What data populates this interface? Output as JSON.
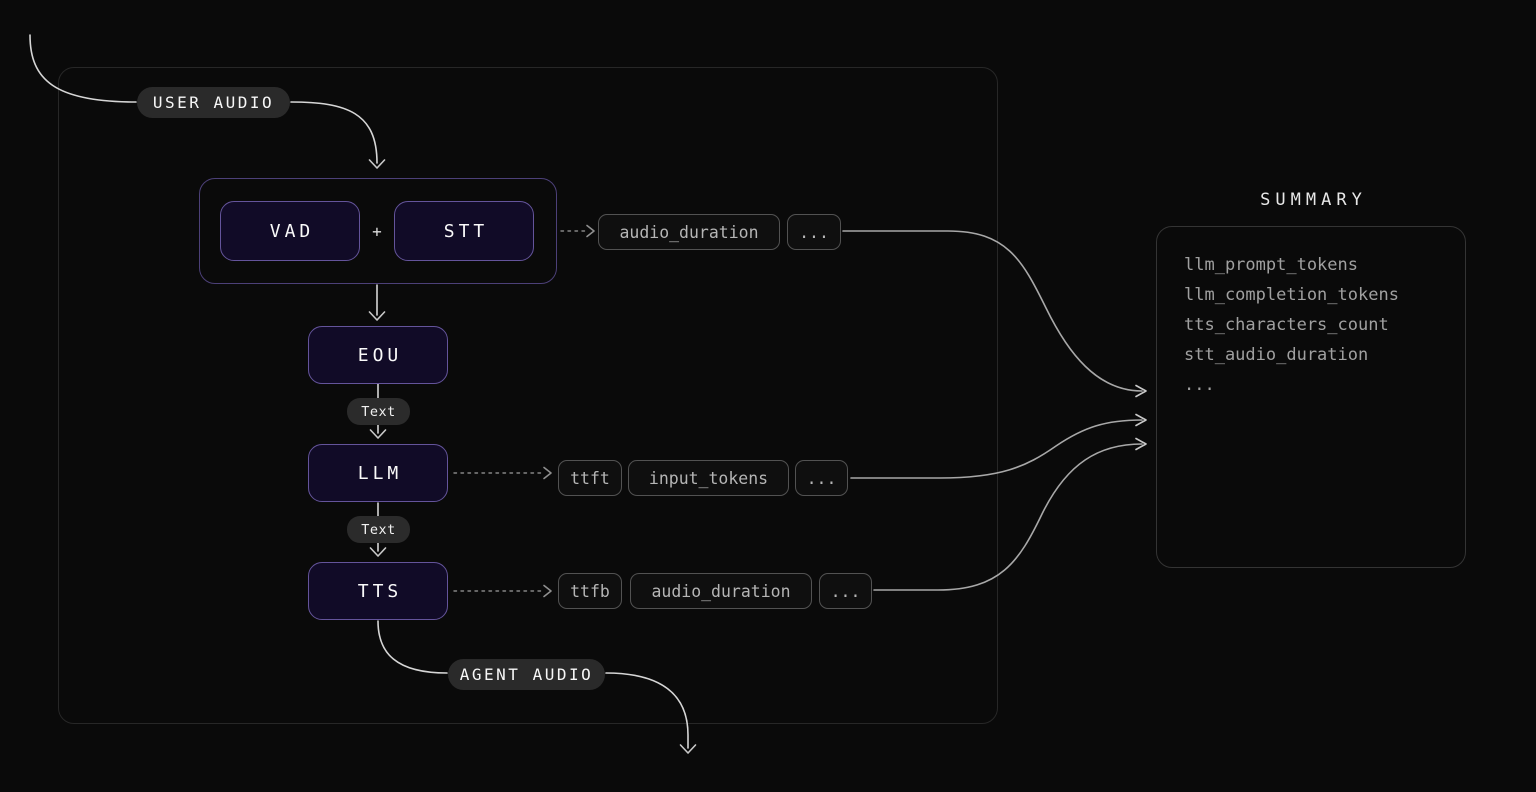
{
  "pipeline": {
    "user_audio_label": "USER AUDIO",
    "agent_audio_label": "AGENT AUDIO",
    "plus": "+",
    "nodes": {
      "vad": "VAD",
      "stt": "STT",
      "eou": "EOU",
      "llm": "LLM",
      "tts": "TTS"
    },
    "edge_labels": {
      "eou_to_llm": "Text",
      "llm_to_tts": "Text"
    },
    "metrics_rows": {
      "stt": [
        "audio_duration",
        "..."
      ],
      "llm": [
        "ttft",
        "input_tokens",
        "..."
      ],
      "tts": [
        "ttfb",
        "audio_duration",
        "..."
      ]
    }
  },
  "summary": {
    "title": "SUMMARY",
    "items": [
      "llm_prompt_tokens",
      "llm_completion_tokens",
      "tts_characters_count",
      "stt_audio_duration",
      "..."
    ]
  },
  "colors": {
    "background": "#0a0a0a",
    "container_border": "#272727",
    "node_fill": "#110b27",
    "node_border": "#64549b",
    "group_border": "#4c4078",
    "pill_fill": "#2a2a2a",
    "metric_border": "#525252",
    "metric_text": "#b5b5b5",
    "wire": "#a8a8a8",
    "summary_text": "#a0a0a0"
  }
}
